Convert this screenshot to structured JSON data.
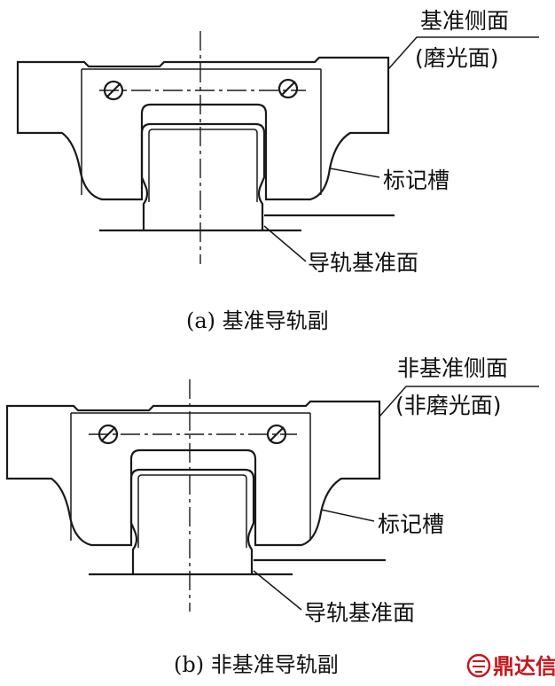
{
  "diagram_a": {
    "side_label_line1": "基准侧面",
    "side_label_line2": "(磨光面)",
    "groove_label": "标记槽",
    "base_label": "导轨基准面",
    "caption": "(a) 基准导轨副"
  },
  "diagram_b": {
    "side_label_line1": "非基准侧面",
    "side_label_line2": "(非磨光面)",
    "groove_label": "标记槽",
    "base_label": "导轨基准面",
    "caption": "(b) 非基准导轨副"
  },
  "watermark": {
    "text": "鼎达信",
    "color": "#c8161d"
  }
}
